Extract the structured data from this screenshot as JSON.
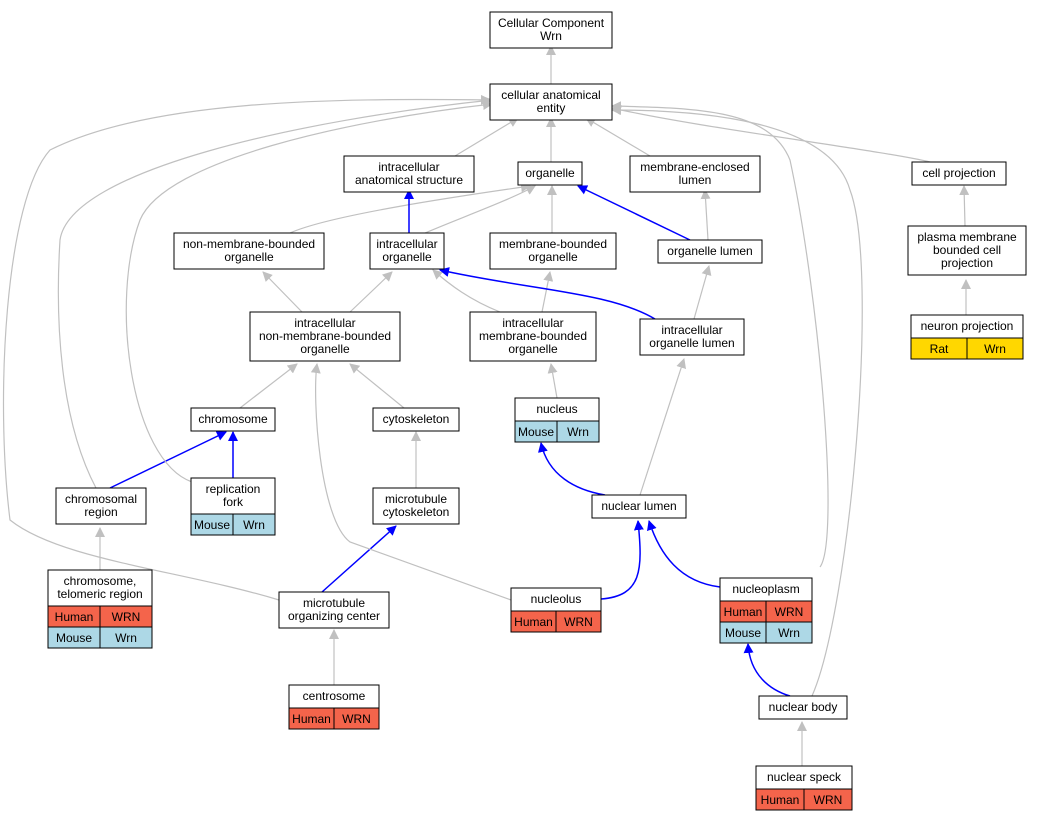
{
  "colors": {
    "isa_edge": "#c0c0c0",
    "partof_edge": "#0000ff",
    "human": "#f4644b",
    "mouse": "#add8e6",
    "rat": "#ffd700"
  },
  "nodes": [
    {
      "id": "root",
      "lines": [
        "Cellular Component",
        "Wrn"
      ]
    },
    {
      "id": "cae",
      "lines": [
        "cellular anatomical",
        "entity"
      ]
    },
    {
      "id": "ias",
      "lines": [
        "intracellular",
        "anatomical structure"
      ]
    },
    {
      "id": "organelle",
      "lines": [
        "organelle"
      ]
    },
    {
      "id": "mel",
      "lines": [
        "membrane-enclosed",
        "lumen"
      ]
    },
    {
      "id": "cellproj",
      "lines": [
        "cell projection"
      ]
    },
    {
      "id": "nmbo",
      "lines": [
        "non-membrane-bounded",
        "organelle"
      ]
    },
    {
      "id": "io",
      "lines": [
        "intracellular",
        "organelle"
      ]
    },
    {
      "id": "mbo",
      "lines": [
        "membrane-bounded",
        "organelle"
      ]
    },
    {
      "id": "ol",
      "lines": [
        "organelle lumen"
      ]
    },
    {
      "id": "pmbcp",
      "lines": [
        "plasma membrane",
        "bounded cell",
        "projection"
      ]
    },
    {
      "id": "inmbo",
      "lines": [
        "intracellular",
        "non-membrane-bounded",
        "organelle"
      ]
    },
    {
      "id": "imbo",
      "lines": [
        "intracellular",
        "membrane-bounded",
        "organelle"
      ]
    },
    {
      "id": "iol",
      "lines": [
        "intracellular",
        "organelle lumen"
      ]
    },
    {
      "id": "neuronproj",
      "lines": [
        "neuron projection"
      ],
      "badges": [
        [
          "Rat",
          "Wrn"
        ]
      ]
    },
    {
      "id": "chromosome",
      "lines": [
        "chromosome"
      ]
    },
    {
      "id": "cytoskeleton",
      "lines": [
        "cytoskeleton"
      ]
    },
    {
      "id": "nucleus",
      "lines": [
        "nucleus"
      ],
      "badges": [
        [
          "Mouse",
          "Wrn"
        ]
      ]
    },
    {
      "id": "chromreg",
      "lines": [
        "chromosomal",
        "region"
      ]
    },
    {
      "id": "repfork",
      "lines": [
        "replication",
        "fork"
      ],
      "badges": [
        [
          "Mouse",
          "Wrn"
        ]
      ]
    },
    {
      "id": "mtcyto",
      "lines": [
        "microtubule",
        "cytoskeleton"
      ]
    },
    {
      "id": "nuclumen",
      "lines": [
        "nuclear lumen"
      ]
    },
    {
      "id": "telomeric",
      "lines": [
        "chromosome,",
        "telomeric region"
      ],
      "badges": [
        [
          "Human",
          "WRN"
        ],
        [
          "Mouse",
          "Wrn"
        ]
      ]
    },
    {
      "id": "mtoc",
      "lines": [
        "microtubule",
        "organizing center"
      ]
    },
    {
      "id": "nucleolus",
      "lines": [
        "nucleolus"
      ],
      "badges": [
        [
          "Human",
          "WRN"
        ]
      ]
    },
    {
      "id": "nucleoplasm",
      "lines": [
        "nucleoplasm"
      ],
      "badges": [
        [
          "Human",
          "WRN"
        ],
        [
          "Mouse",
          "Wrn"
        ]
      ]
    },
    {
      "id": "centrosome",
      "lines": [
        "centrosome"
      ],
      "badges": [
        [
          "Human",
          "WRN"
        ]
      ]
    },
    {
      "id": "nucbody",
      "lines": [
        "nuclear body"
      ]
    },
    {
      "id": "nucspeck",
      "lines": [
        "nuclear speck"
      ],
      "badges": [
        [
          "Human",
          "WRN"
        ]
      ]
    }
  ],
  "edges": [
    {
      "from": "cae",
      "to": "root",
      "type": "is_a"
    },
    {
      "from": "ias",
      "to": "cae",
      "type": "is_a"
    },
    {
      "from": "organelle",
      "to": "cae",
      "type": "is_a"
    },
    {
      "from": "mel",
      "to": "cae",
      "type": "is_a"
    },
    {
      "from": "cellproj",
      "to": "cae",
      "type": "is_a"
    },
    {
      "from": "nmbo",
      "to": "organelle",
      "type": "is_a"
    },
    {
      "from": "io",
      "to": "organelle",
      "type": "is_a"
    },
    {
      "from": "io",
      "to": "ias",
      "type": "part_of"
    },
    {
      "from": "mbo",
      "to": "organelle",
      "type": "is_a"
    },
    {
      "from": "ol",
      "to": "organelle",
      "type": "part_of"
    },
    {
      "from": "ol",
      "to": "mel",
      "type": "is_a"
    },
    {
      "from": "pmbcp",
      "to": "cellproj",
      "type": "is_a"
    },
    {
      "from": "inmbo",
      "to": "nmbo",
      "type": "is_a"
    },
    {
      "from": "inmbo",
      "to": "io",
      "type": "is_a"
    },
    {
      "from": "imbo",
      "to": "io",
      "type": "is_a"
    },
    {
      "from": "imbo",
      "to": "mbo",
      "type": "is_a"
    },
    {
      "from": "iol",
      "to": "io",
      "type": "part_of"
    },
    {
      "from": "iol",
      "to": "ol",
      "type": "is_a"
    },
    {
      "from": "neuronproj",
      "to": "pmbcp",
      "type": "is_a"
    },
    {
      "from": "chromosome",
      "to": "inmbo",
      "type": "is_a"
    },
    {
      "from": "cytoskeleton",
      "to": "inmbo",
      "type": "is_a"
    },
    {
      "from": "nucleus",
      "to": "imbo",
      "type": "is_a"
    },
    {
      "from": "chromreg",
      "to": "chromosome",
      "type": "part_of"
    },
    {
      "from": "chromreg",
      "to": "cae",
      "type": "is_a"
    },
    {
      "from": "repfork",
      "to": "chromosome",
      "type": "part_of"
    },
    {
      "from": "repfork",
      "to": "cae",
      "type": "is_a"
    },
    {
      "from": "mtcyto",
      "to": "cytoskeleton",
      "type": "is_a"
    },
    {
      "from": "nuclumen",
      "to": "nucleus",
      "type": "part_of"
    },
    {
      "from": "nuclumen",
      "to": "iol",
      "type": "is_a"
    },
    {
      "from": "telomeric",
      "to": "chromreg",
      "type": "is_a"
    },
    {
      "from": "mtoc",
      "to": "mtcyto",
      "type": "part_of"
    },
    {
      "from": "mtoc",
      "to": "cae",
      "type": "is_a"
    },
    {
      "from": "nucleolus",
      "to": "nuclumen",
      "type": "part_of"
    },
    {
      "from": "nucleolus",
      "to": "inmbo",
      "type": "is_a"
    },
    {
      "from": "nucleoplasm",
      "to": "nuclumen",
      "type": "part_of"
    },
    {
      "from": "nucleoplasm",
      "to": "cae",
      "type": "is_a"
    },
    {
      "from": "centrosome",
      "to": "mtoc",
      "type": "is_a"
    },
    {
      "from": "nucbody",
      "to": "nucleoplasm",
      "type": "part_of"
    },
    {
      "from": "nucbody",
      "to": "cae",
      "type": "is_a"
    },
    {
      "from": "nucspeck",
      "to": "nucbody",
      "type": "is_a"
    }
  ]
}
